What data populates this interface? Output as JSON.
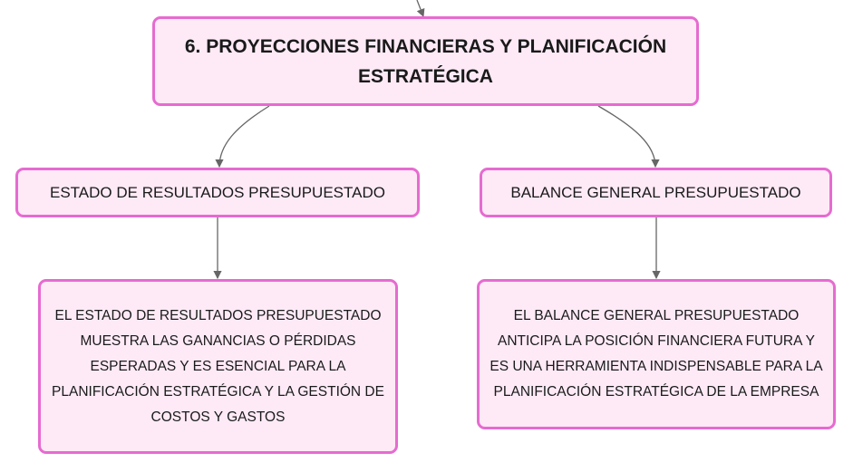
{
  "diagram": {
    "root": {
      "label": "6. PROYECCIONES FINANCIERAS Y PLANIFICACIÓN ESTRATÉGICA"
    },
    "branches": [
      {
        "label": "ESTADO DE RESULTADOS PRESUPUESTADO",
        "detail": "EL ESTADO DE RESULTADOS PRESUPUESTADO MUESTRA LAS GANANCIAS O PÉRDIDAS ESPERADAS Y ES ESENCIAL PARA LA PLANIFICACIÓN ESTRATÉGICA Y LA GESTIÓN DE COSTOS Y GASTOS"
      },
      {
        "label": "BALANCE GENERAL PRESUPUESTADO",
        "detail": "EL BALANCE GENERAL PRESUPUESTADO ANTICIPA LA POSICIÓN FINANCIERA FUTURA Y ES UNA HERRAMIENTA INDISPENSABLE PARA LA PLANIFICACIÓN ESTRATÉGICA DE LA EMPRESA"
      }
    ],
    "colors": {
      "node_fill": "#fdeaf6",
      "node_border": "#e66bd0",
      "connector": "#666666"
    }
  }
}
